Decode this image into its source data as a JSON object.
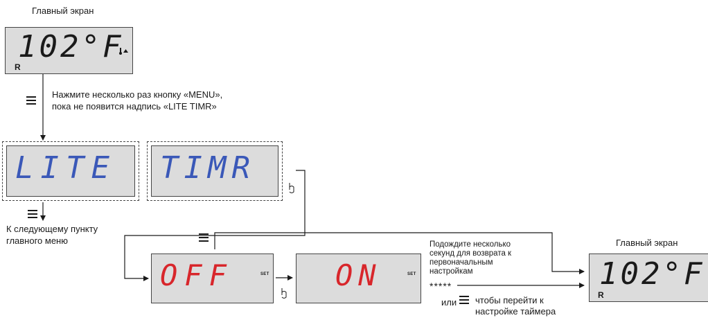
{
  "main_screen_label": "Главный экран",
  "main_screen_display": "102°F",
  "main_screen_indicator": "R",
  "instruction_menu": [
    "Нажмите несколько раз кнопку «MENU»,",
    "пока не появится надпись «LITE TIMR»"
  ],
  "lite_display": "LITE",
  "timr_display": "TIMR",
  "next_item_text": [
    "К следующему пункту",
    "главного меню"
  ],
  "off_display": "OFF",
  "on_display": "ON",
  "set_label": "SET",
  "wait_text": [
    "Подождите несколько",
    "секунд для возврата к",
    "первоначальным",
    "настройкам"
  ],
  "stars": "*****",
  "or_label": "или",
  "timer_text": [
    "чтобы перейти к",
    "настройке таймера"
  ],
  "final_screen_label": "Главный экран",
  "final_screen_display": "102°F",
  "final_screen_indicator": "R",
  "colors": {
    "lcd_bg": "#dcdcdc",
    "blue": "#3a58b8",
    "red": "#d8262b"
  },
  "icons": [
    "menu-icon",
    "temp-up-icon",
    "finger-press-icon"
  ]
}
